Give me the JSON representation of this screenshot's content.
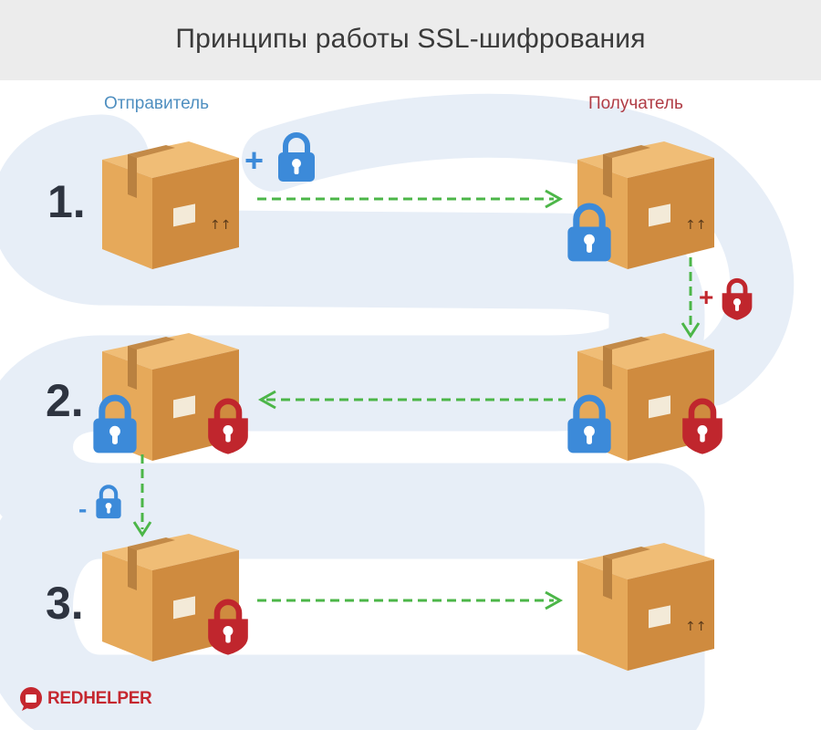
{
  "header": {
    "title": "Принципы работы SSL-шифрования"
  },
  "roles": {
    "sender": "Отправитель",
    "receiver": "Получатель"
  },
  "steps": [
    "1.",
    "2.",
    "3."
  ],
  "signs": {
    "plus_blue": "+",
    "plus_red": "+",
    "minus_blue": "-"
  },
  "brand": {
    "name": "REDHELPER",
    "color": "#c5272f"
  },
  "colors": {
    "box": "#e6a95a",
    "box_side": "#cf8b3f",
    "tape": "#c38a48",
    "blue_lock": "#3c8ad9",
    "red_lock": "#c0262d",
    "arrow": "#4cb648",
    "flow_band": "#e7eef7"
  },
  "icons": [
    "box-icon",
    "blue-lock-icon",
    "red-lock-icon",
    "dashed-arrow-icon"
  ]
}
